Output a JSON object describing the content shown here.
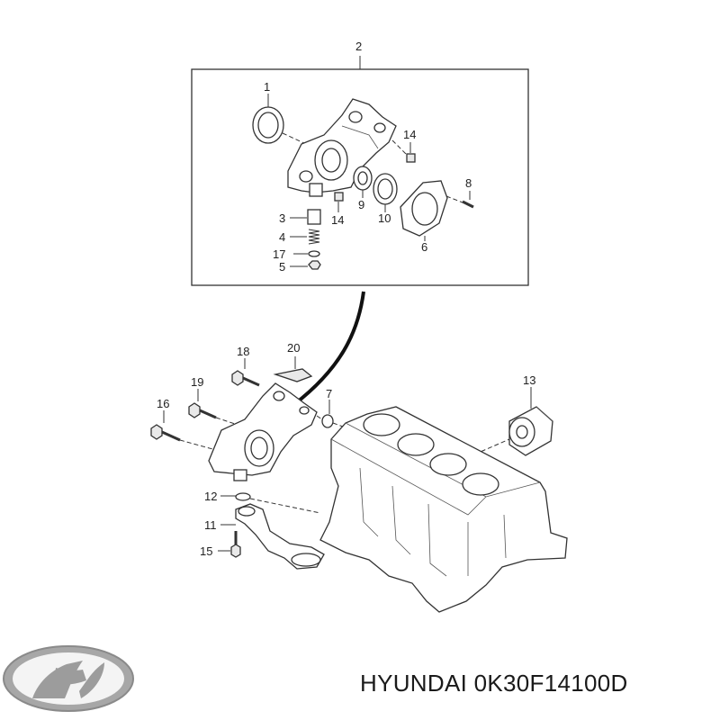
{
  "caption": "HYUNDAI 0K30F14100D",
  "brand_logo": "hyundai-logo",
  "callouts": {
    "c1": "1",
    "c2": "2",
    "c3": "3",
    "c4": "4",
    "c5": "5",
    "c6": "6",
    "c7": "7",
    "c8": "8",
    "c9": "9",
    "c10": "10",
    "c11": "11",
    "c12": "12",
    "c13": "13",
    "c14a": "14",
    "c14b": "14",
    "c15": "15",
    "c16": "16",
    "c17": "17",
    "c18": "18",
    "c19": "19",
    "c20": "20"
  },
  "colors": {
    "line": "#333333",
    "logo_silver": "#9a9a9a"
  }
}
